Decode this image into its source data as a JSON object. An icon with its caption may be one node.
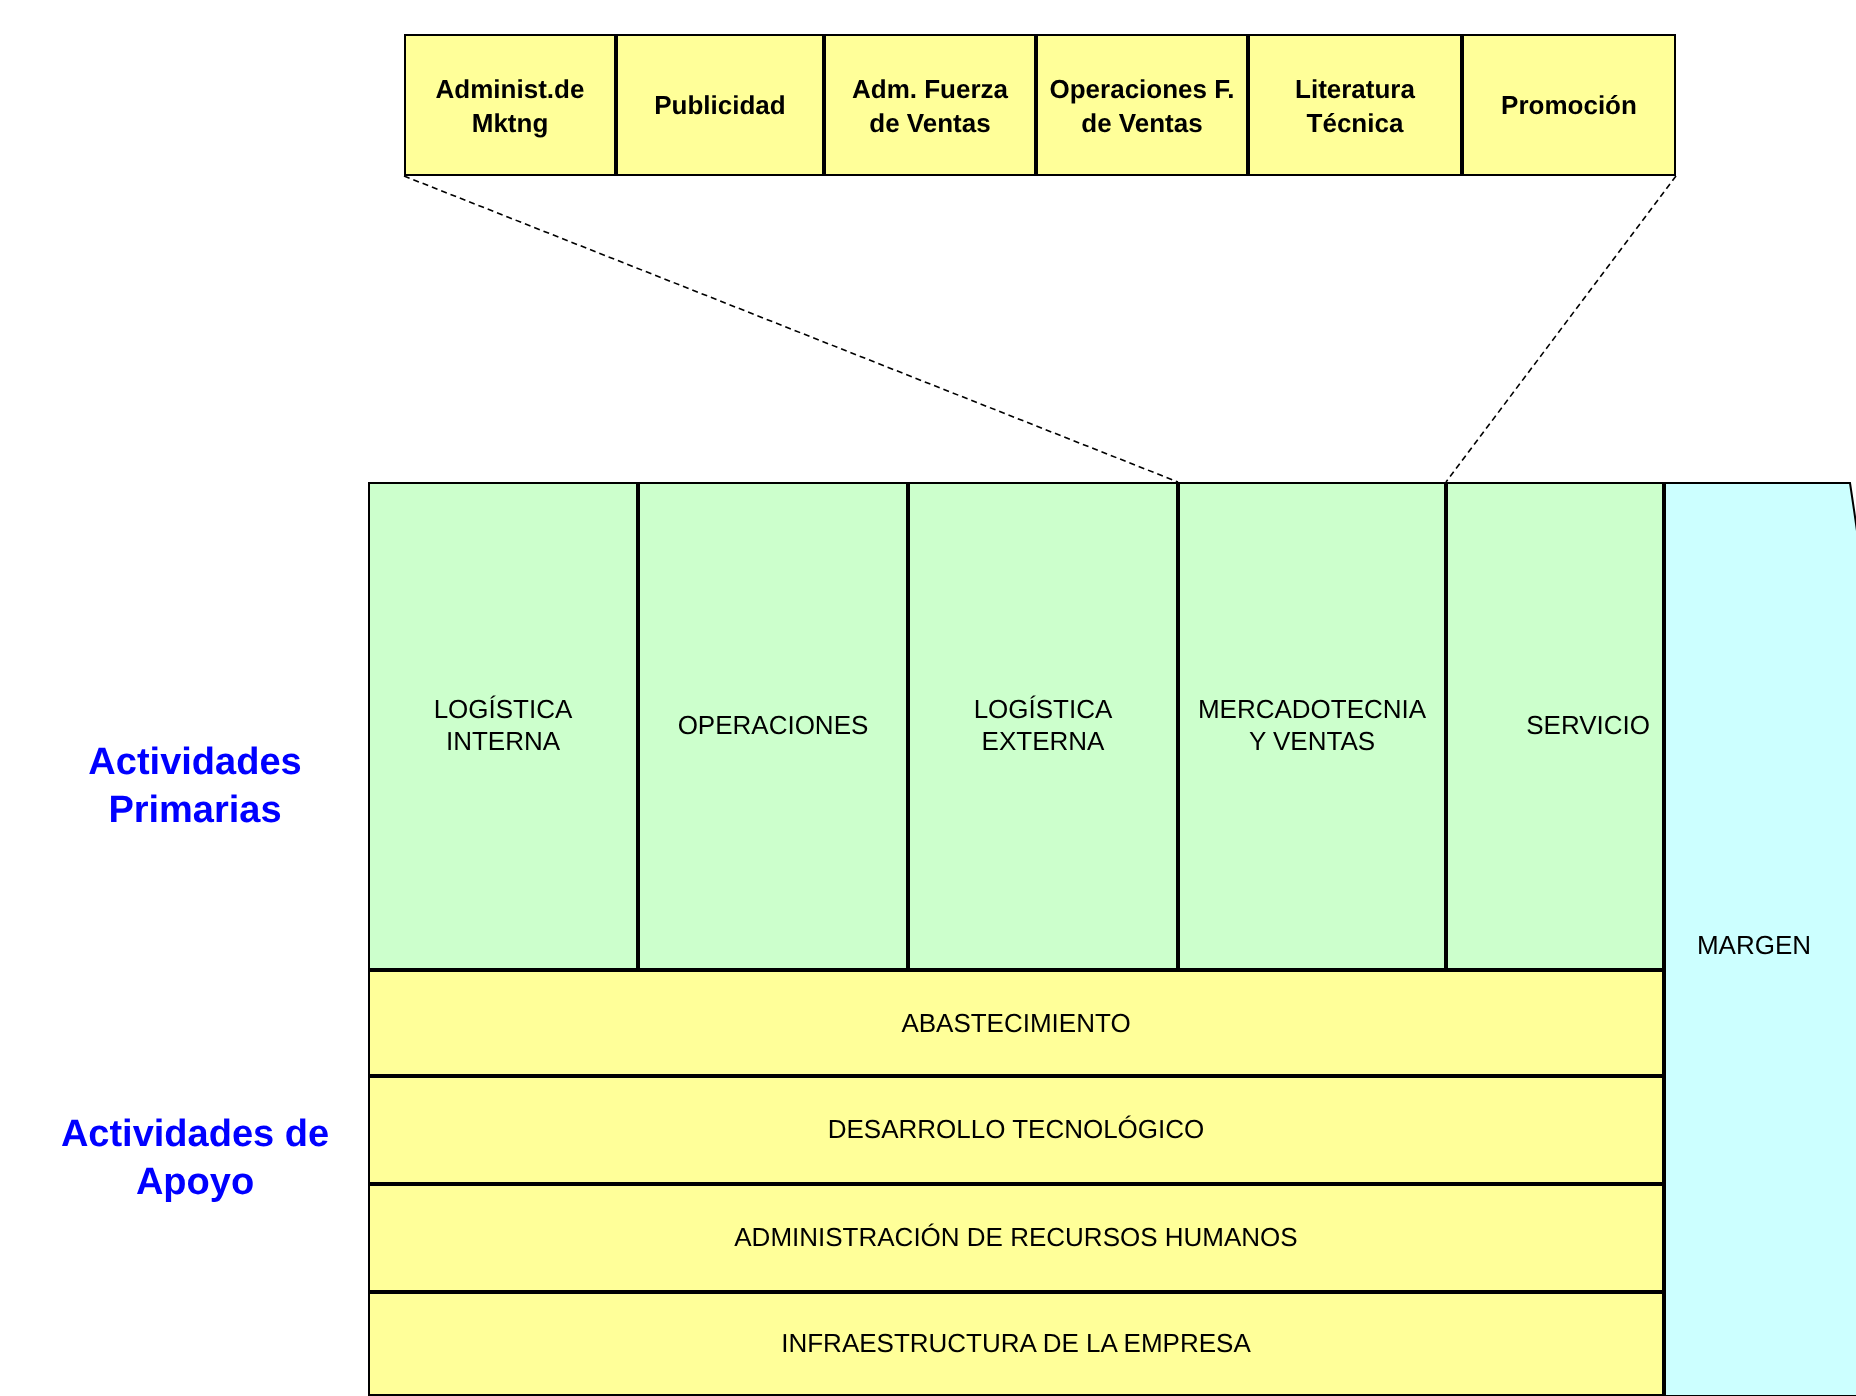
{
  "diagram": {
    "nodes": [
      {
        "text": [
          "Administ.de Mktng"
        ]
      },
      {
        "text": [
          "Publicidad"
        ]
      },
      {
        "text": [
          "Adm. Fuerza de Ventas"
        ]
      },
      {
        "text": [
          "Operaciones F. de Ventas"
        ]
      },
      {
        "text": [
          "Literatura Técnica"
        ]
      },
      {
        "text": [
          "Promoción"
        ]
      },
      {
        "text": [
          "LOGÍSTICA INTERNA"
        ]
      },
      {
        "text": [
          "OPERACIONES"
        ]
      },
      {
        "text": [
          "LOGÍSTICA EXTERNA"
        ]
      },
      {
        "text": [
          "MERCADOTECNIA Y VENTAS"
        ]
      },
      {
        "text": [
          "SERVICIO"
        ]
      },
      {
        "text": [
          "MARGEN"
        ]
      },
      {
        "text": [
          "ABASTECIMIENTO"
        ]
      },
      {
        "text": [
          "DESARROLLO TECNOLÓGICO"
        ]
      },
      {
        "text": [
          "ADMINISTRACIÓN DE RECURSOS HUMANOS"
        ]
      },
      {
        "text": [
          "INFRAESTRUCTURA DE LA EMPRESA"
        ]
      }
    ],
    "edges": [
      {
        "from": 0,
        "to": 9,
        "arrow": "none",
        "style": "dashed"
      },
      {
        "from": 5,
        "to": 9,
        "arrow": "none",
        "style": "dashed"
      }
    ],
    "labels": [
      "Actividades Primarias",
      "Actividades de Apoyo"
    ]
  }
}
